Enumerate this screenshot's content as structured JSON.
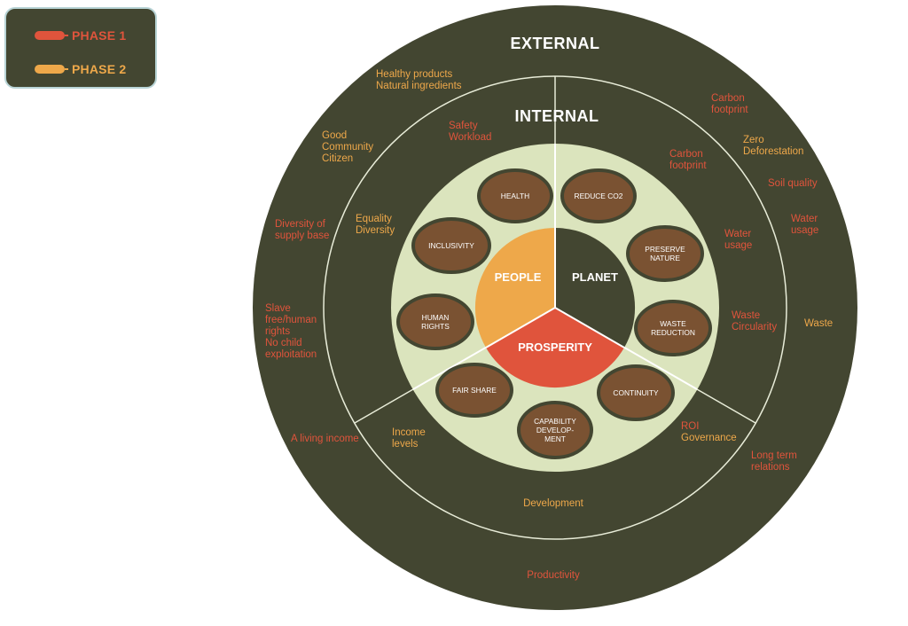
{
  "colors": {
    "dark": "#434631",
    "ring_line": "#e8ecd8",
    "inner_disc": "#dbe4bd",
    "pill_fill": "#7a5232",
    "pill_border": "#434631",
    "phase1": "#e0543c",
    "phase2": "#eea84a",
    "people": "#eea84a",
    "planet": "#434631",
    "prosperity": "#e0543c"
  },
  "legend": {
    "phase1_label": "PHASE 1",
    "phase2_label": "PHASE 2"
  },
  "headers": {
    "external": "EXTERNAL",
    "internal": "INTERNAL"
  },
  "core": {
    "people": "PEOPLE",
    "planet": "PLANET",
    "prosperity": "PROSPERITY"
  },
  "pills": [
    {
      "id": "health",
      "lines": [
        "HEALTH"
      ]
    },
    {
      "id": "reduce-co2",
      "lines": [
        "REDUCE CO2"
      ]
    },
    {
      "id": "inclusivity",
      "lines": [
        "INCLUSIVITY"
      ]
    },
    {
      "id": "preserve-nature",
      "lines": [
        "PRESERVE",
        "NATURE"
      ]
    },
    {
      "id": "human-rights",
      "lines": [
        "HUMAN",
        "RIGHTS"
      ]
    },
    {
      "id": "waste-reduction",
      "lines": [
        "WASTE",
        "REDUCTION"
      ]
    },
    {
      "id": "fair-share",
      "lines": [
        "FAIR SHARE"
      ]
    },
    {
      "id": "continuity",
      "lines": [
        "CONTINUITY"
      ]
    },
    {
      "id": "capability-development",
      "lines": [
        "CAPABILITY",
        "DEVELOP-",
        "MENT"
      ]
    }
  ],
  "labels": [
    {
      "id": "healthy-products",
      "phase": 2,
      "lines": [
        "Healthy products",
        "Natural ingredients"
      ]
    },
    {
      "id": "carbon-footprint-ext",
      "phase": 1,
      "lines": [
        "Carbon",
        "footprint"
      ]
    },
    {
      "id": "zero-deforestation",
      "phase": 2,
      "lines": [
        "Zero",
        "Deforestation"
      ]
    },
    {
      "id": "soil-quality",
      "phase": 1,
      "lines": [
        "Soil quality"
      ]
    },
    {
      "id": "water-usage-ext",
      "phase": 1,
      "lines": [
        "Water",
        "usage"
      ]
    },
    {
      "id": "waste-ext",
      "phase": 2,
      "lines": [
        "Waste"
      ]
    },
    {
      "id": "long-term-relations",
      "phase": 1,
      "lines": [
        "Long term",
        "relations"
      ]
    },
    {
      "id": "productivity",
      "phase": 1,
      "lines": [
        "Productivity"
      ]
    },
    {
      "id": "living-income",
      "phase": 1,
      "lines": [
        "A living income"
      ]
    },
    {
      "id": "slave-free",
      "phase": 1,
      "lines": [
        "Slave",
        "free/human",
        "rights",
        "No child",
        "exploitation"
      ]
    },
    {
      "id": "diversity-supply",
      "phase": 1,
      "lines": [
        "Diversity of",
        "supply base"
      ]
    },
    {
      "id": "good-community",
      "phase": 2,
      "lines": [
        "Good",
        "Community",
        "Citizen"
      ]
    },
    {
      "id": "safety-workload",
      "phase": 1,
      "lines": [
        "Safety",
        "Workload"
      ]
    },
    {
      "id": "carbon-footprint-int",
      "phase": 1,
      "lines": [
        "Carbon",
        "footprint"
      ]
    },
    {
      "id": "water-usage-int",
      "phase": 1,
      "lines": [
        "Water",
        "usage"
      ]
    },
    {
      "id": "waste-circularity",
      "phase": 1,
      "lines": [
        "Waste",
        "Circularity"
      ]
    },
    {
      "id": "roi-governance",
      "phase": 2,
      "lines": [
        "ROI",
        "Governance"
      ]
    },
    {
      "id": "development",
      "phase": 2,
      "lines": [
        "Development"
      ]
    },
    {
      "id": "income-levels",
      "phase": 2,
      "lines": [
        "Income",
        "levels"
      ]
    },
    {
      "id": "equality-diversity",
      "phase": 2,
      "lines": [
        "Equality",
        "Diversity"
      ]
    }
  ],
  "split_note": "Roi and Governance are coloured differently"
}
